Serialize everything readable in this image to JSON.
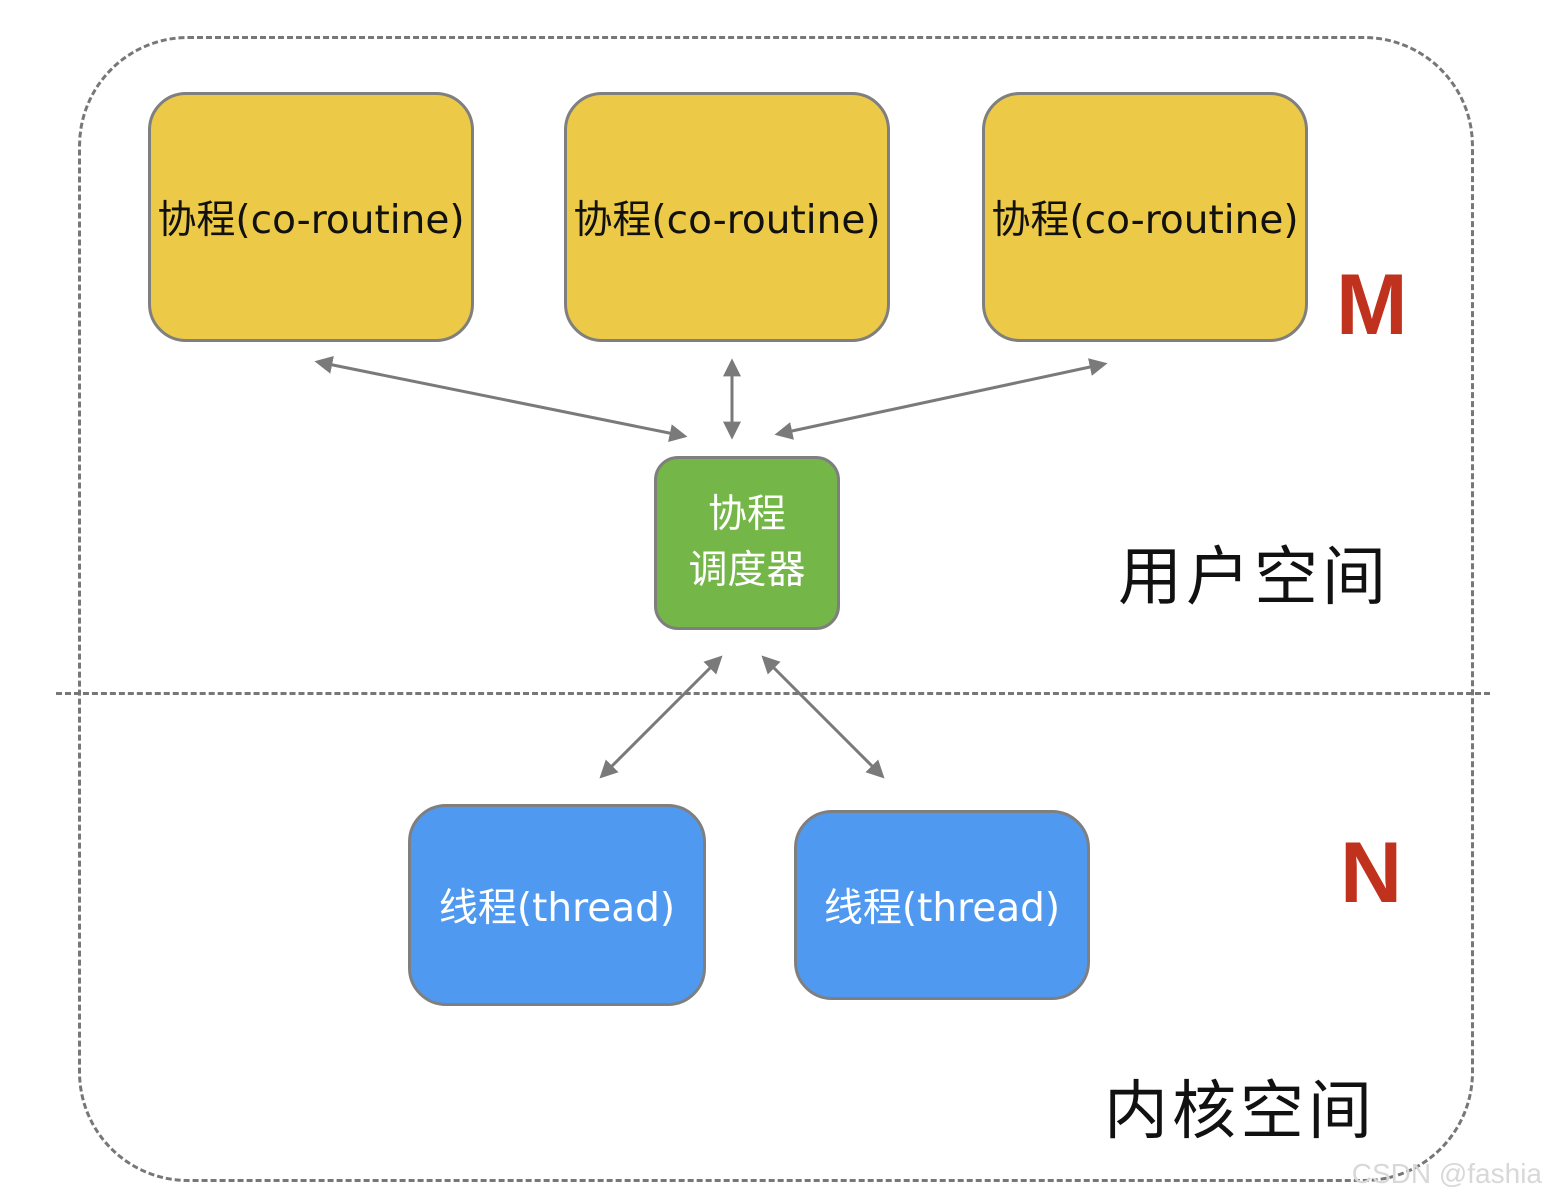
{
  "diagram": {
    "coroutines": [
      {
        "label": "协程(co-routine)"
      },
      {
        "label": "协程(co-routine)"
      },
      {
        "label": "协程(co-routine)"
      }
    ],
    "scheduler": {
      "line1": "协程",
      "line2": "调度器"
    },
    "threads": [
      {
        "label": "线程(thread)"
      },
      {
        "label": "线程(thread)"
      }
    ],
    "user_space_label": "用户空间",
    "kernel_space_label": "内核空间",
    "m_label": "M",
    "n_label": "N",
    "watermark": "CSDN @fashia"
  },
  "colors": {
    "coroutine_fill": "#ecc946",
    "scheduler_fill": "#74b648",
    "thread_fill": "#4f9af0",
    "letter_red": "#c0321e",
    "arrow_gray": "#7a7a7a"
  }
}
